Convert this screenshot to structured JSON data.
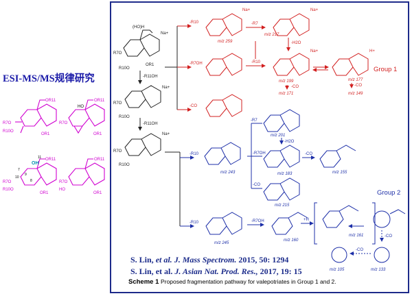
{
  "title": "ESI-MS/MS规律研究",
  "colors": {
    "frame": "#1d2a8a",
    "group1": "#d21f1f",
    "group2": "#1d2fa8",
    "left_structures": "#d000d0",
    "parent": "#222222"
  },
  "references": {
    "ref1": {
      "author": "S. Lin,",
      "etal": "et al.",
      "journal": "J. Mass Spectrom.",
      "year_vol_page": "2015, 50: 1294"
    },
    "ref2": {
      "author": "S. Lin,",
      "etal": "et al.",
      "journal": "J. Asian Nat. Prod. Res.,",
      "year_vol_page": "2017, 19: 15"
    }
  },
  "caption": {
    "label": "Scheme 1",
    "text": "Proposed fragmentation pathway for valepotriates in Group 1 and 2."
  },
  "groups": {
    "group1": "Group 1",
    "group2": "Group 2"
  },
  "ions": {
    "mz259": "m/z 259",
    "mz217": "m/z 217",
    "mz199": "m/z 199",
    "mz177": "m/z 177",
    "mz171": "m/z 171",
    "mz149": "m/z 149",
    "mz201": "m/z 201",
    "mz243": "m/z 243",
    "mz183": "m/z 183",
    "mz155": "m/z 155",
    "mz215": "m/z 215",
    "mz245": "m/z 245",
    "mz160": "m/z 160",
    "mz161": "m/z 161",
    "mz105": "m/z 105",
    "mz133": "m/z 133"
  },
  "losses": {
    "r10": "-R10",
    "r11oh": "-R11OH",
    "r7oh": "-R7OH",
    "co": "-CO",
    "r7": "-R7",
    "h2o": "-H2O",
    "h": "+H",
    "na": "Na+",
    "hplus": "H+"
  },
  "substituents": {
    "r7o": "R7O",
    "r10o": "R10O",
    "or11": "OR11",
    "or1": "OR1",
    "ho": "HO",
    "oh": "OH",
    "hoh": "(HO)H",
    "c11": "11",
    "c10": "10",
    "c7": "7",
    "c8": "8",
    "c9": "9"
  }
}
